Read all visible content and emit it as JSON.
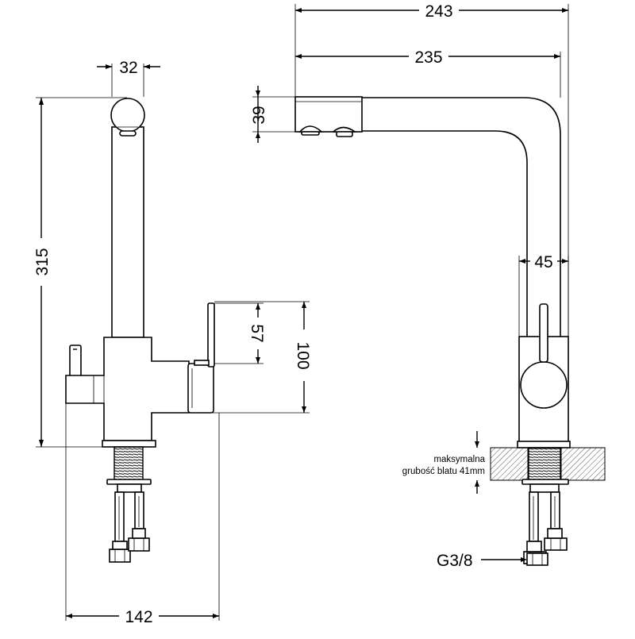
{
  "drawing": {
    "side_view": {
      "dim_width_top": "32",
      "dim_height": "315",
      "dim_lever": "57",
      "dim_body": "100",
      "dim_width_bottom": "142"
    },
    "front_view": {
      "dim_overall": "243",
      "dim_reach": "235",
      "dim_spout_height": "39",
      "dim_body_width": "45",
      "countertop_note_line1": "maksymalna",
      "countertop_note_line2": "grubość blatu 41mm",
      "connector_label": "G3/8"
    }
  }
}
